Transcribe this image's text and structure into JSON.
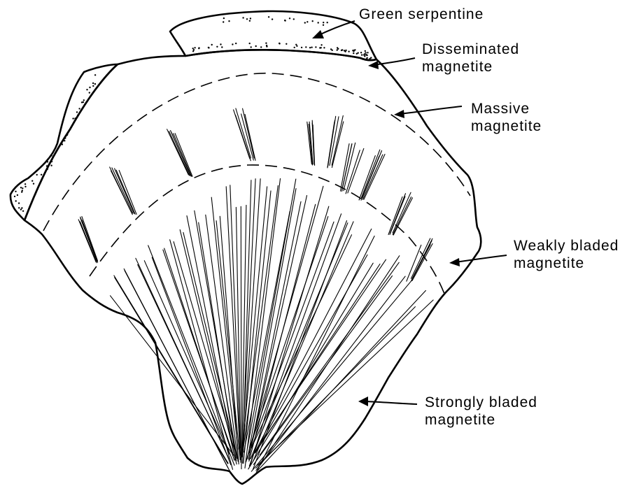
{
  "labels": {
    "green_serpentine": "Green serpentine",
    "disseminated_line1": "Disseminated",
    "disseminated_line2": "magnetite",
    "massive_line1": "Massive",
    "massive_line2": "magnetite",
    "weakly_line1": "Weakly bladed",
    "weakly_line2": "magnetite",
    "strongly_line1": "Strongly bladed",
    "strongly_line2": "magnetite"
  },
  "colors": {
    "ink": "#000000",
    "paper": "#ffffff"
  }
}
